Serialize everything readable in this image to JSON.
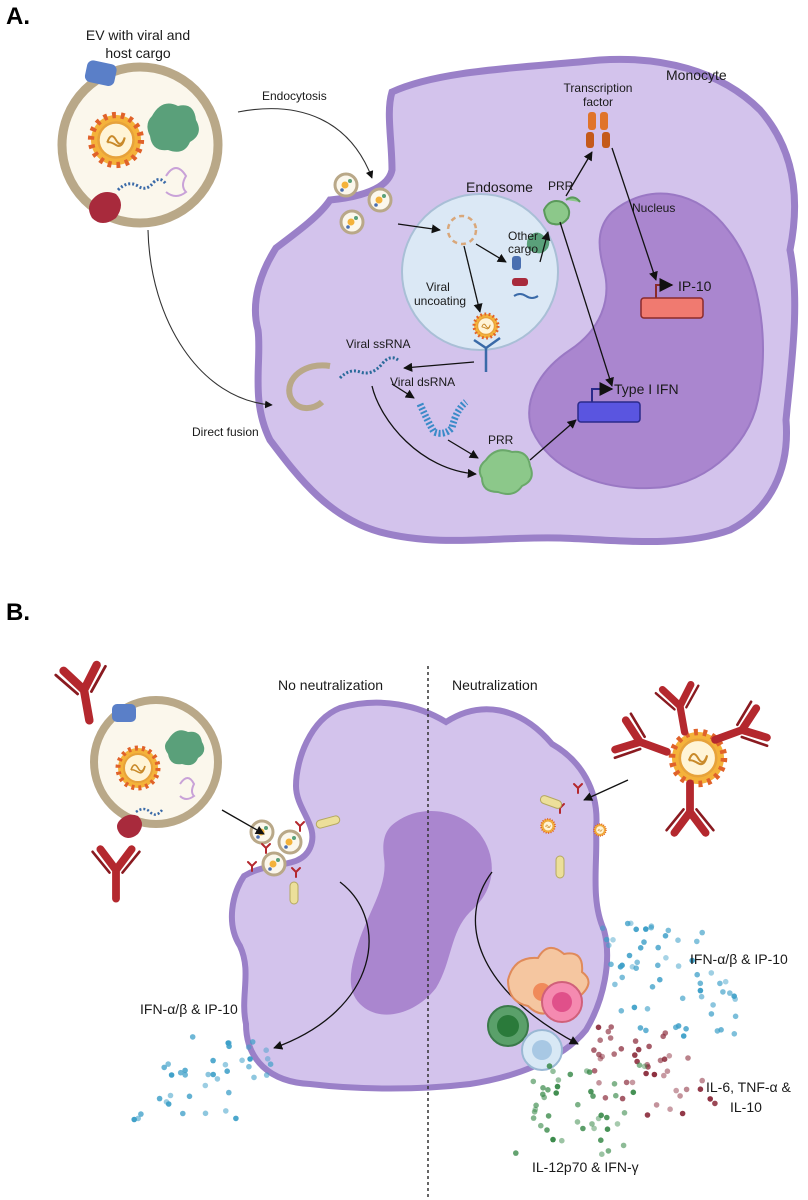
{
  "panels": {
    "a_label": "A.",
    "b_label": "B."
  },
  "panel_a": {
    "ev_label_line1": "EV with viral and",
    "ev_label_line2": "host cargo",
    "endocytosis": "Endocytosis",
    "monocyte": "Monocyte",
    "endosome": "Endosome",
    "transcription_line1": "Transcription",
    "transcription_line2": "factor",
    "prr_top": "PRR",
    "nucleus": "Nucleus",
    "other_cargo_line1": "Other",
    "other_cargo_line2": "cargo",
    "viral_uncoating_line1": "Viral",
    "viral_uncoating_line2": "uncoating",
    "ip10": "IP-10",
    "viral_ssrna": "Viral ssRNA",
    "viral_dsrna": "Viral dsRNA",
    "type1_ifn": "Type I IFN",
    "prr_bottom": "PRR",
    "direct_fusion": "Direct fusion"
  },
  "panel_b": {
    "no_neutralization": "No neutralization",
    "neutralization": "Neutralization",
    "ifn_left": "IFN-α/β & IP-10",
    "ifn_right": "IFN-α/β & IP-10",
    "il6_line1": "IL-6, TNF-α &",
    "il6_line2": "IL-10",
    "il12": "IL-12p70 & IFN-γ"
  },
  "colors": {
    "cell_fill": "#d3c3ec",
    "cell_stroke": "#9a80c8",
    "nucleus_fill": "#aa86cf",
    "endosome_fill": "#dbe8f5",
    "ev_ring": "#b9a888",
    "antibody": "#b4282e",
    "ifn_gene": "#5a55e0",
    "ip10_gene": "#f07a70",
    "cytokine_blue": "#3d9fc8",
    "cytokine_red": "#8a2a3a",
    "cytokine_green": "#3a8a4a"
  }
}
